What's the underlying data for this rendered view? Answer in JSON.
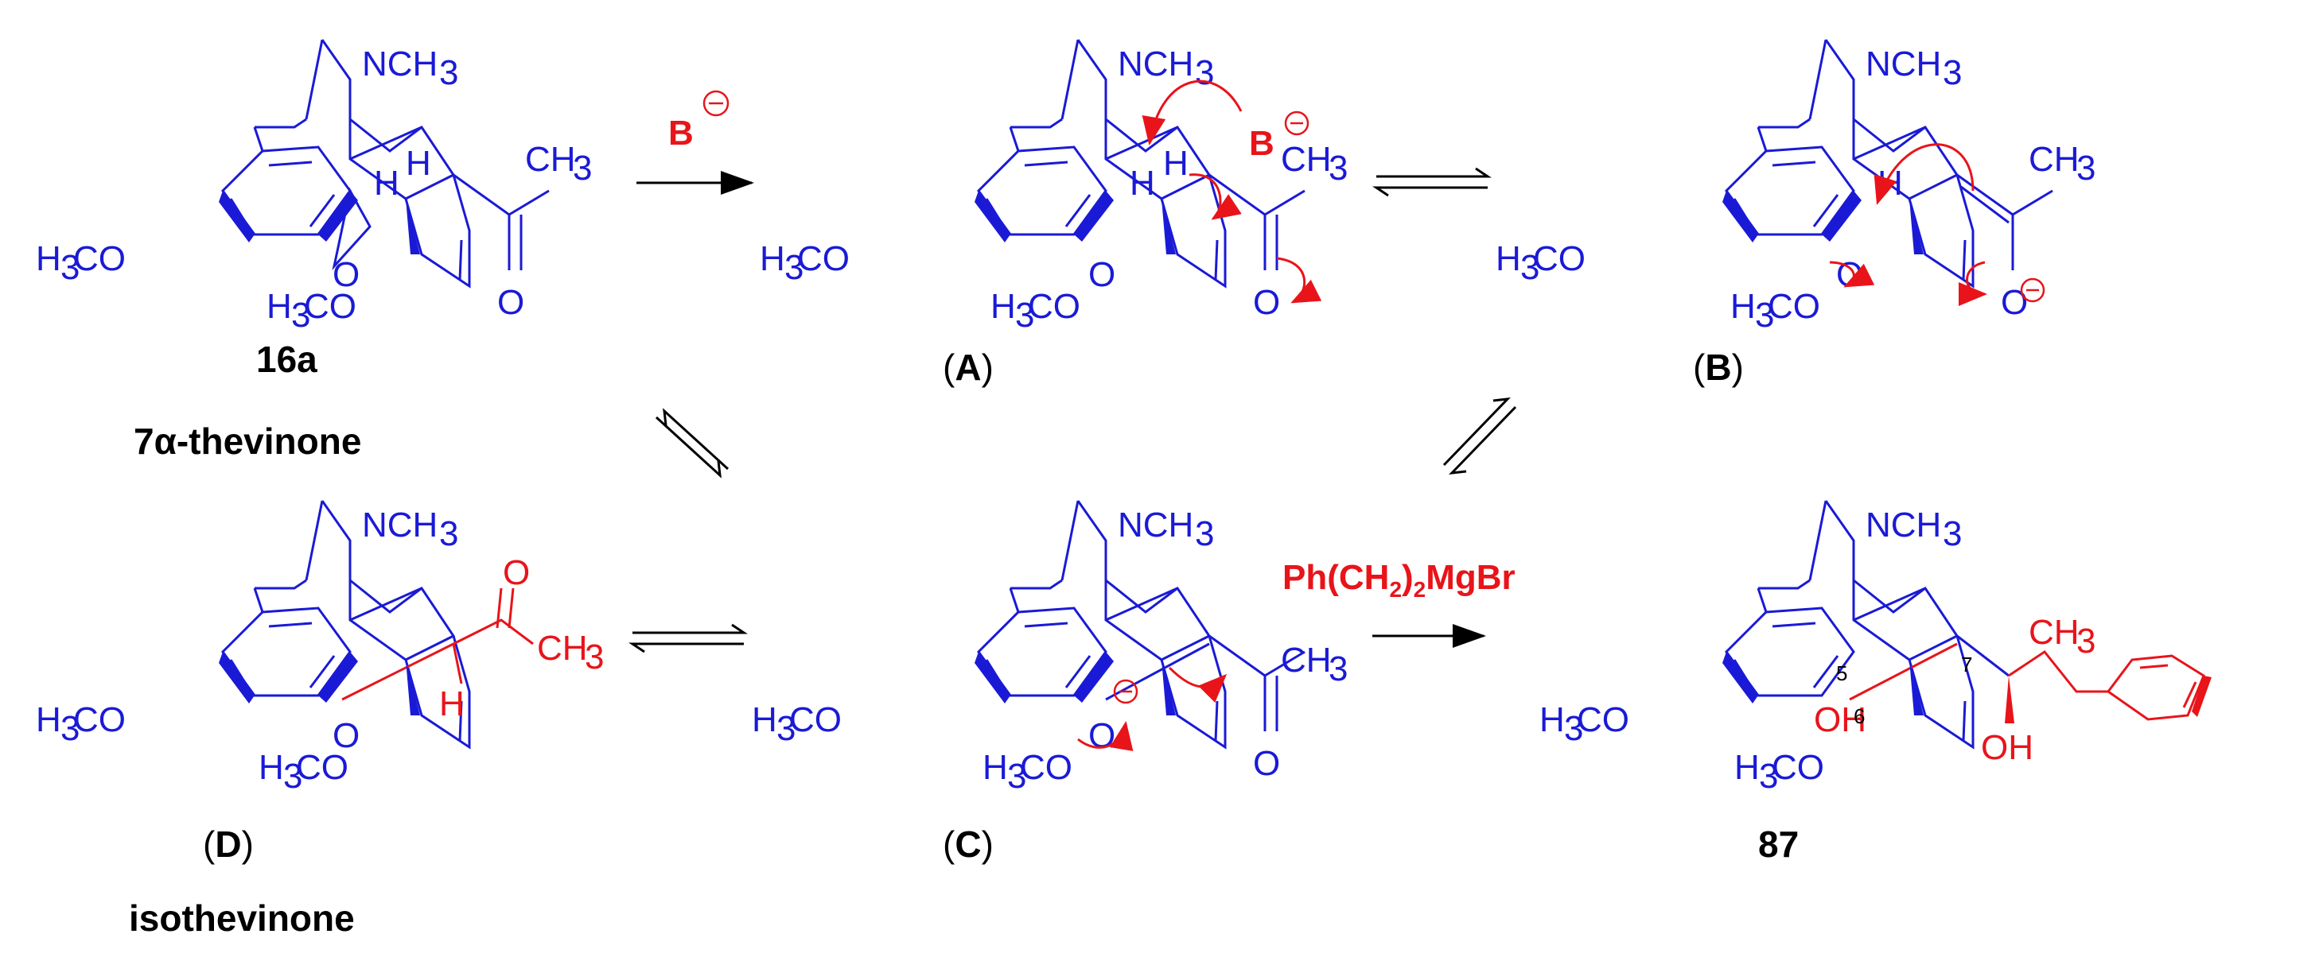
{
  "colors": {
    "structure": "#1a1ad6",
    "highlight": "#e8141a",
    "text": "#000000"
  },
  "molecules": {
    "m16a": {
      "id": "16a",
      "name": "7α-thevinone"
    },
    "A": {
      "open": "(",
      "letter": "A",
      "close": ")"
    },
    "B": {
      "open": "(",
      "letter": "B",
      "close": ")"
    },
    "C": {
      "open": "(",
      "letter": "C",
      "close": ")"
    },
    "D": {
      "open": "(",
      "letter": "D",
      "close": ")",
      "name": "isothevinone"
    },
    "m87": {
      "id": "87"
    }
  },
  "reagents": {
    "base": "B",
    "grignard": "Ph(CH2)2MgBr"
  },
  "atoms": {
    "nme": "NCH3",
    "ome": "H3CO",
    "o": "O",
    "h": "H",
    "ch3": "CH3",
    "oh": "OH",
    "charge_minus": "−",
    "n5": "5",
    "n6": "6",
    "n7": "7"
  }
}
